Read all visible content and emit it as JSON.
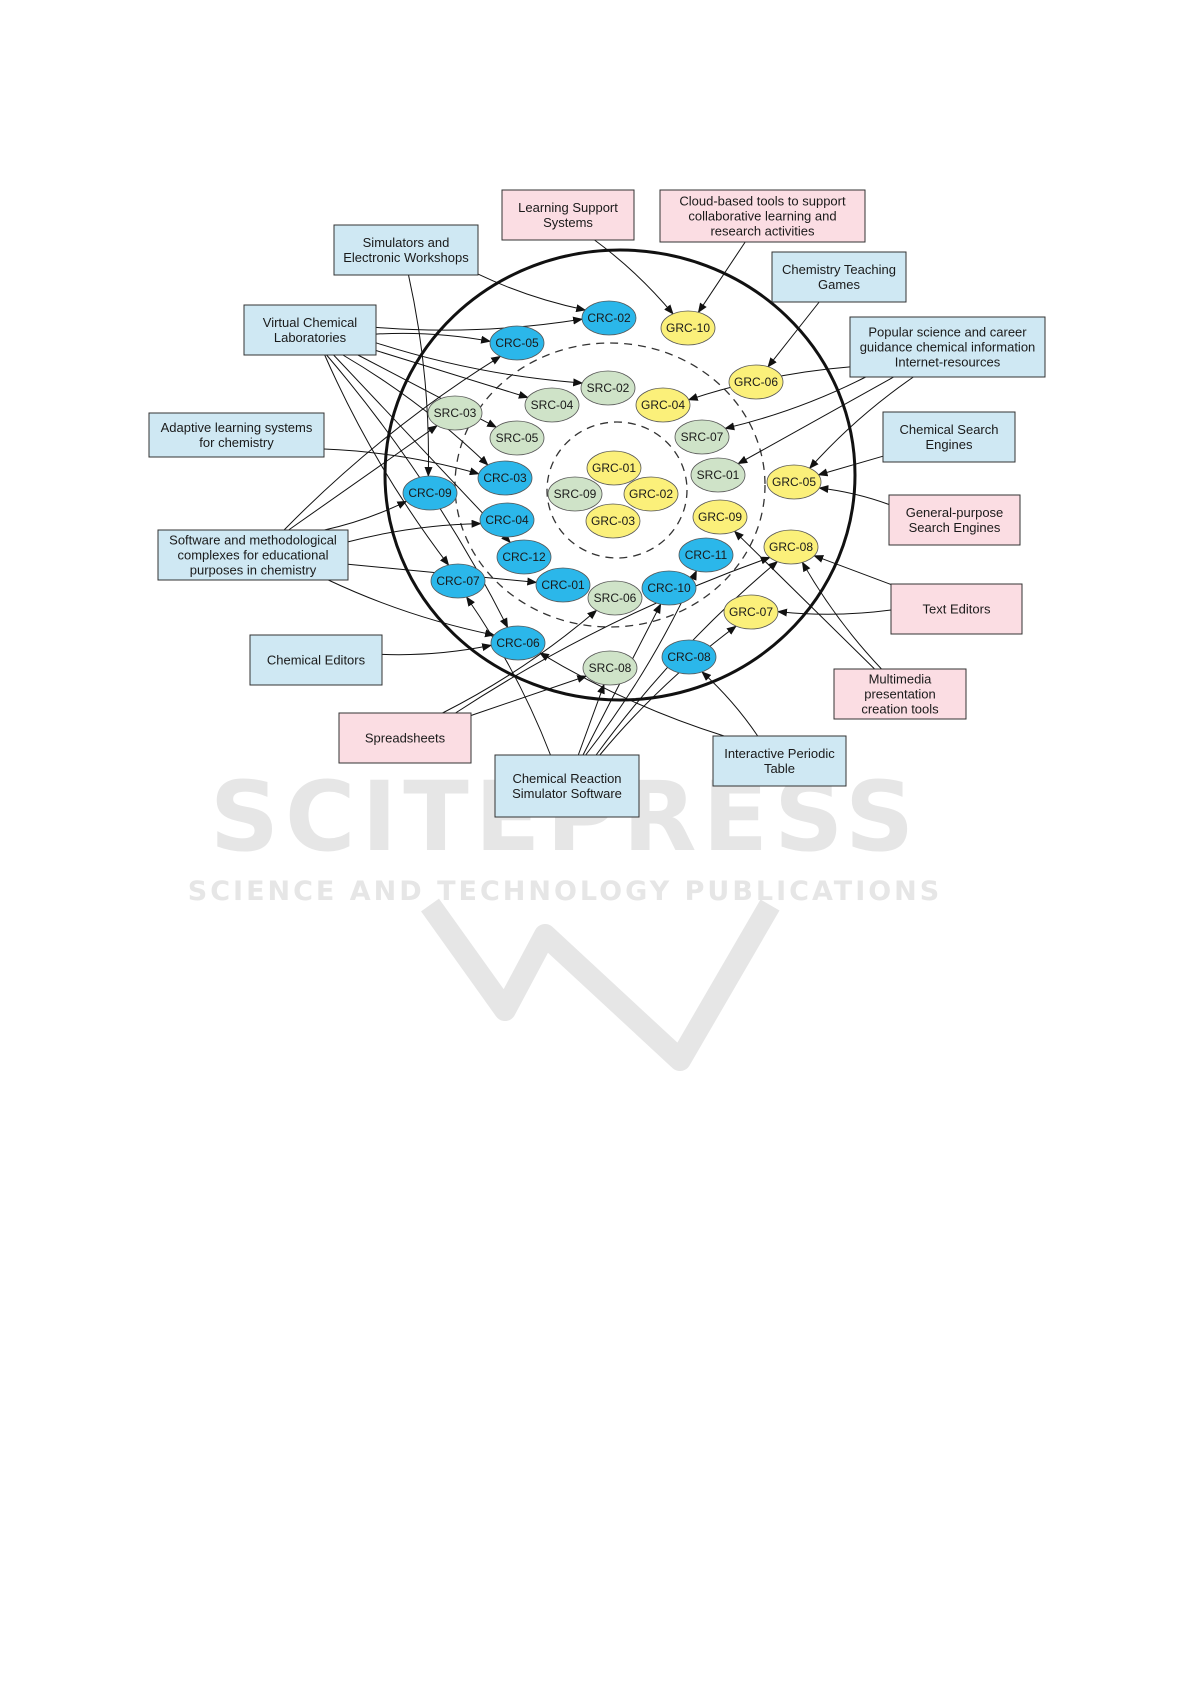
{
  "colors": {
    "blue_box": "#cfe8f3",
    "pink_box": "#fbdde3",
    "crc": "#2bb7ea",
    "src": "#cfe3c8",
    "grc": "#fbf07a",
    "line": "#111111"
  },
  "watermark": {
    "big": "SCITEPRESS",
    "small": "SCIENCE AND TECHNOLOGY PUBLICATIONS"
  },
  "tools": [
    {
      "id": "lss",
      "kind": "pink",
      "lines": [
        "Learning Support",
        "Systems"
      ]
    },
    {
      "id": "cloud",
      "kind": "pink",
      "lines": [
        "Cloud-based tools to support",
        "collaborative learning and",
        "research activities"
      ]
    },
    {
      "id": "sim",
      "kind": "blue",
      "lines": [
        "Simulators and",
        "Electronic Workshops"
      ]
    },
    {
      "id": "ctg",
      "kind": "blue",
      "lines": [
        "Chemistry Teaching",
        "Games"
      ]
    },
    {
      "id": "vcl",
      "kind": "blue",
      "lines": [
        "Virtual Chemical",
        "Laboratories"
      ]
    },
    {
      "id": "pop",
      "kind": "blue",
      "lines": [
        "Popular science and career",
        "guidance chemical information",
        "Internet-resources"
      ]
    },
    {
      "id": "als",
      "kind": "blue",
      "lines": [
        "Adaptive learning systems",
        "for chemistry"
      ]
    },
    {
      "id": "cse",
      "kind": "blue",
      "lines": [
        "Chemical Search",
        "Engines"
      ]
    },
    {
      "id": "gse",
      "kind": "pink",
      "lines": [
        "General-purpose",
        "Search Engines"
      ]
    },
    {
      "id": "smc",
      "kind": "blue",
      "lines": [
        "Software and methodological",
        "complexes for educational",
        "purposes in chemistry"
      ]
    },
    {
      "id": "te",
      "kind": "pink",
      "lines": [
        "Text Editors"
      ]
    },
    {
      "id": "ce",
      "kind": "blue",
      "lines": [
        "Chemical Editors"
      ]
    },
    {
      "id": "mm",
      "kind": "pink",
      "lines": [
        "Multimedia",
        "presentation",
        "creation tools"
      ]
    },
    {
      "id": "ss",
      "kind": "pink",
      "lines": [
        "Spreadsheets"
      ]
    },
    {
      "id": "ipt",
      "kind": "blue",
      "lines": [
        "Interactive Periodic",
        "Table"
      ]
    },
    {
      "id": "crs",
      "kind": "blue",
      "lines": [
        "Chemical Reaction",
        "Simulator Software"
      ]
    }
  ],
  "nodes": [
    {
      "id": "CRC-02",
      "label": "CRC-02",
      "kind": "crc"
    },
    {
      "id": "GRC-10",
      "label": "GRC-10",
      "kind": "grc"
    },
    {
      "id": "CRC-05",
      "label": "CRC-05",
      "kind": "crc"
    },
    {
      "id": "GRC-06",
      "label": "GRC-06",
      "kind": "grc"
    },
    {
      "id": "SRC-02",
      "label": "SRC-02",
      "kind": "src"
    },
    {
      "id": "SRC-04",
      "label": "SRC-04",
      "kind": "src"
    },
    {
      "id": "GRC-04",
      "label": "GRC-04",
      "kind": "grc"
    },
    {
      "id": "SRC-03",
      "label": "SRC-03",
      "kind": "src"
    },
    {
      "id": "SRC-05",
      "label": "SRC-05",
      "kind": "src"
    },
    {
      "id": "SRC-07",
      "label": "SRC-07",
      "kind": "src"
    },
    {
      "id": "GRC-01",
      "label": "GRC-01",
      "kind": "grc"
    },
    {
      "id": "CRC-03",
      "label": "CRC-03",
      "kind": "crc"
    },
    {
      "id": "SRC-01",
      "label": "SRC-01",
      "kind": "src"
    },
    {
      "id": "GRC-05",
      "label": "GRC-05",
      "kind": "grc"
    },
    {
      "id": "CRC-09",
      "label": "CRC-09",
      "kind": "crc"
    },
    {
      "id": "SRC-09",
      "label": "SRC-09",
      "kind": "src"
    },
    {
      "id": "GRC-02",
      "label": "GRC-02",
      "kind": "grc"
    },
    {
      "id": "GRC-03",
      "label": "GRC-03",
      "kind": "grc"
    },
    {
      "id": "CRC-04",
      "label": "CRC-04",
      "kind": "crc"
    },
    {
      "id": "GRC-09",
      "label": "GRC-09",
      "kind": "grc"
    },
    {
      "id": "GRC-08",
      "label": "GRC-08",
      "kind": "grc"
    },
    {
      "id": "CRC-12",
      "label": "CRC-12",
      "kind": "crc"
    },
    {
      "id": "CRC-11",
      "label": "CRC-11",
      "kind": "crc"
    },
    {
      "id": "CRC-07",
      "label": "CRC-07",
      "kind": "crc"
    },
    {
      "id": "CRC-01",
      "label": "CRC-01",
      "kind": "crc"
    },
    {
      "id": "SRC-06",
      "label": "SRC-06",
      "kind": "src"
    },
    {
      "id": "CRC-10",
      "label": "CRC-10",
      "kind": "crc"
    },
    {
      "id": "GRC-07",
      "label": "GRC-07",
      "kind": "grc"
    },
    {
      "id": "CRC-06",
      "label": "CRC-06",
      "kind": "crc"
    },
    {
      "id": "SRC-08",
      "label": "SRC-08",
      "kind": "src"
    },
    {
      "id": "CRC-08",
      "label": "CRC-08",
      "kind": "crc"
    }
  ],
  "edges": [
    [
      "lss",
      "GRC-10"
    ],
    [
      "cloud",
      "GRC-10"
    ],
    [
      "sim",
      "CRC-02"
    ],
    [
      "sim",
      "CRC-09"
    ],
    [
      "ctg",
      "GRC-06"
    ],
    [
      "vcl",
      "CRC-02"
    ],
    [
      "vcl",
      "CRC-05"
    ],
    [
      "vcl",
      "SRC-04"
    ],
    [
      "vcl",
      "SRC-02"
    ],
    [
      "vcl",
      "CRC-03"
    ],
    [
      "vcl",
      "CRC-12"
    ],
    [
      "vcl",
      "CRC-07"
    ],
    [
      "vcl",
      "CRC-06"
    ],
    [
      "vcl",
      "SRC-05"
    ],
    [
      "pop",
      "GRC-04"
    ],
    [
      "pop",
      "SRC-07"
    ],
    [
      "pop",
      "SRC-01"
    ],
    [
      "pop",
      "GRC-05"
    ],
    [
      "als",
      "CRC-03"
    ],
    [
      "cse",
      "GRC-05"
    ],
    [
      "gse",
      "GRC-05"
    ],
    [
      "smc",
      "CRC-05"
    ],
    [
      "smc",
      "SRC-03"
    ],
    [
      "smc",
      "CRC-09"
    ],
    [
      "smc",
      "CRC-04"
    ],
    [
      "smc",
      "CRC-01"
    ],
    [
      "smc",
      "CRC-06"
    ],
    [
      "te",
      "GRC-07"
    ],
    [
      "te",
      "GRC-08"
    ],
    [
      "ce",
      "CRC-06"
    ],
    [
      "mm",
      "GRC-08"
    ],
    [
      "mm",
      "GRC-09"
    ],
    [
      "ss",
      "SRC-06"
    ],
    [
      "ss",
      "GRC-08"
    ],
    [
      "ss",
      "SRC-08"
    ],
    [
      "ipt",
      "CRC-08"
    ],
    [
      "ipt",
      "CRC-06"
    ],
    [
      "crs",
      "CRC-10"
    ],
    [
      "crs",
      "CRC-11"
    ],
    [
      "crs",
      "GRC-07"
    ],
    [
      "crs",
      "SRC-08"
    ],
    [
      "crs",
      "CRC-07"
    ],
    [
      "crs",
      "GRC-08"
    ]
  ]
}
